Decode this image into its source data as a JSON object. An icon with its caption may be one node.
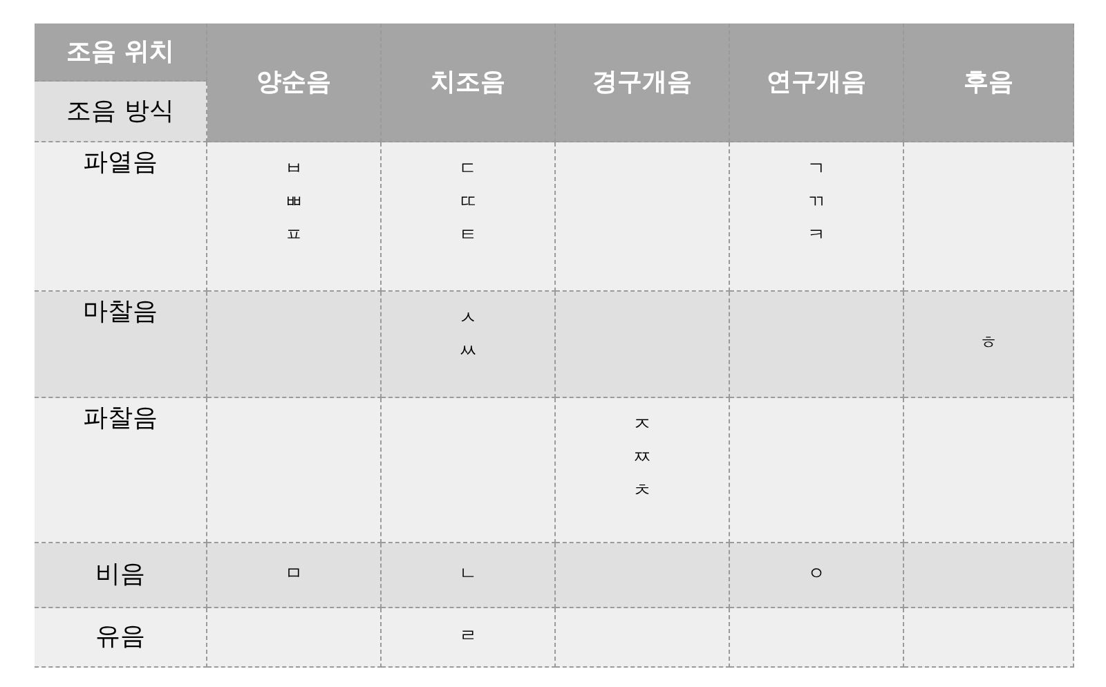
{
  "diagram": {
    "labels": [
      "조음 위치",
      "양순음",
      "치조음",
      "경구개음",
      "연구개음",
      "후음",
      "조음 방식",
      "파열음",
      "ㅂ",
      "ㅃ",
      "ㅍ",
      "ㄷ",
      "ㄸ",
      "ㅌ",
      "ㄱ",
      "ㄲ",
      "ㅋ",
      "마찰음",
      "ㅅ",
      "ㅆ",
      "ㅎ",
      "파찰음",
      "ㅈ",
      "ㅉ",
      "ㅊ",
      "비음",
      "ㅁ",
      "ㄴ",
      "ㅇ",
      "유음",
      "ㄹ"
    ]
  }
}
